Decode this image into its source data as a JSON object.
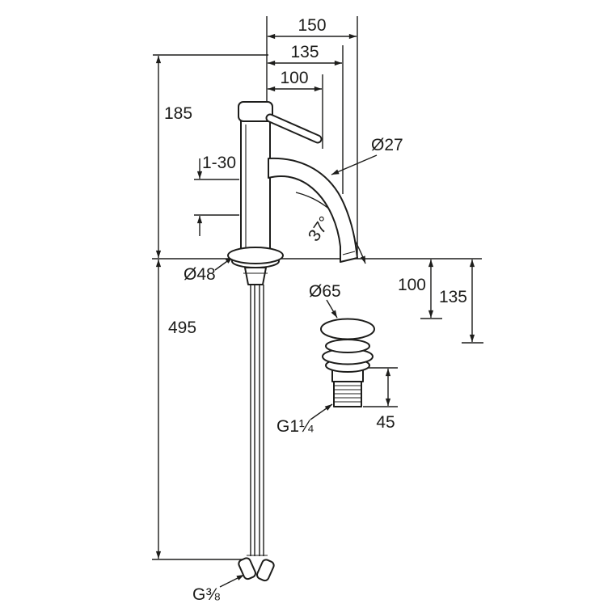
{
  "colors": {
    "ink": "#1d1d1b",
    "background": "#ffffff"
  },
  "labels": {
    "reach_150": "150",
    "reach_135": "135",
    "reach_100": "100",
    "height_185": "185",
    "deck_range": "1-30",
    "spout_dia": "Ø27",
    "spout_angle": "37°",
    "base_dia": "Ø48",
    "waste_dia": "Ø65",
    "height_right_100": "100",
    "height_right_135": "135",
    "hose_length_495": "495",
    "waste_thread": "G1¼",
    "waste_height_45": "45",
    "supply_thread": "G⅜"
  }
}
